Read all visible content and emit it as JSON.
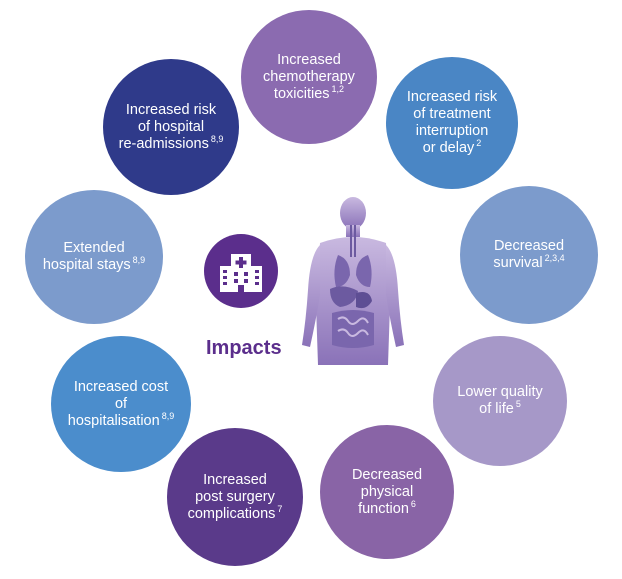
{
  "center": {
    "label": "Impacts"
  },
  "impacts": [
    {
      "id": "chemo",
      "text": "Increased\nchemotherapy\ntoxicities",
      "refs": "1,2",
      "color": "#8b6bb0"
    },
    {
      "id": "interrupt",
      "text": "Increased risk\nof treatment\ninterruption\nor delay",
      "refs": "2",
      "color": "#4a86c5"
    },
    {
      "id": "survival",
      "text": "Decreased\nsurvival",
      "refs": "2,3,4",
      "color": "#7c9bcc"
    },
    {
      "id": "quality",
      "text": "Lower quality\nof life",
      "refs": "5",
      "color": "#a698c8"
    },
    {
      "id": "physical",
      "text": "Decreased\nphysical\nfunction",
      "refs": "6",
      "color": "#8964a6"
    },
    {
      "id": "surgery",
      "text": "Increased\npost surgery\ncomplications",
      "refs": "7",
      "color": "#5a3a8a"
    },
    {
      "id": "cost",
      "text": "Increased cost\nof\nhospitalisation",
      "refs": "8,9",
      "color": "#4b8dcc"
    },
    {
      "id": "stays",
      "text": "Extended\nhospital stays",
      "refs": "8,9",
      "color": "#7c9bcc"
    },
    {
      "id": "readmit",
      "text": "Increased risk\nof hospital\nre-admissions",
      "refs": "8,9",
      "color": "#2f3a8a"
    }
  ],
  "colors": {
    "hospital_circle": "#5b2e8c",
    "impacts_text": "#5b2e8c",
    "body_light": "#b9a7d4",
    "body_dark": "#8a72b8",
    "organ": "#6c5aa0"
  },
  "icons": [
    "hospital-icon",
    "human-anatomy-icon"
  ]
}
